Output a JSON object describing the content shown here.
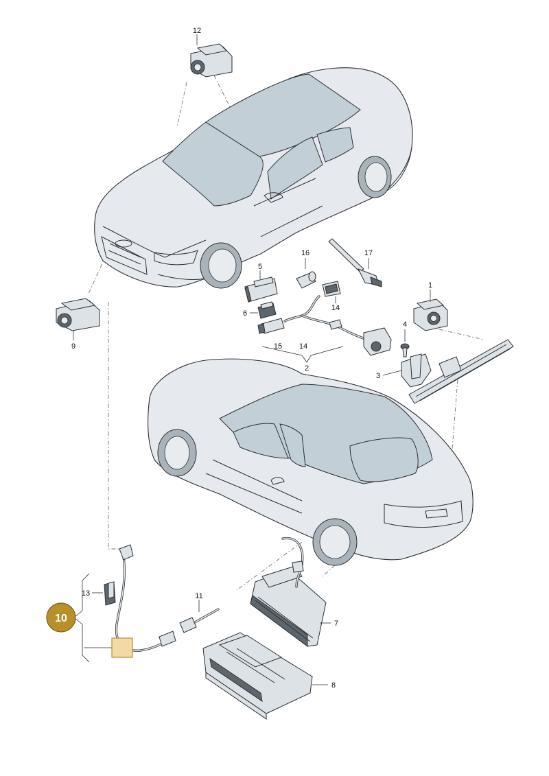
{
  "labels": {
    "c1": "1",
    "c2": "2",
    "c3": "3",
    "c4": "4",
    "c5": "5",
    "c6": "6",
    "c7": "7",
    "c8": "8",
    "c9": "9",
    "c10": "10",
    "c11": "11",
    "c12": "12",
    "c13": "13",
    "c14a": "14",
    "c14b": "14",
    "c15": "15",
    "c16": "16",
    "c17": "17"
  },
  "colors": {
    "highlight_badge": "#b8902a",
    "highlight_box": "#f2d9a6",
    "part_fill": "#dde2e6",
    "glass_fill": "#c2cfd6",
    "outline": "#2b2f33"
  }
}
